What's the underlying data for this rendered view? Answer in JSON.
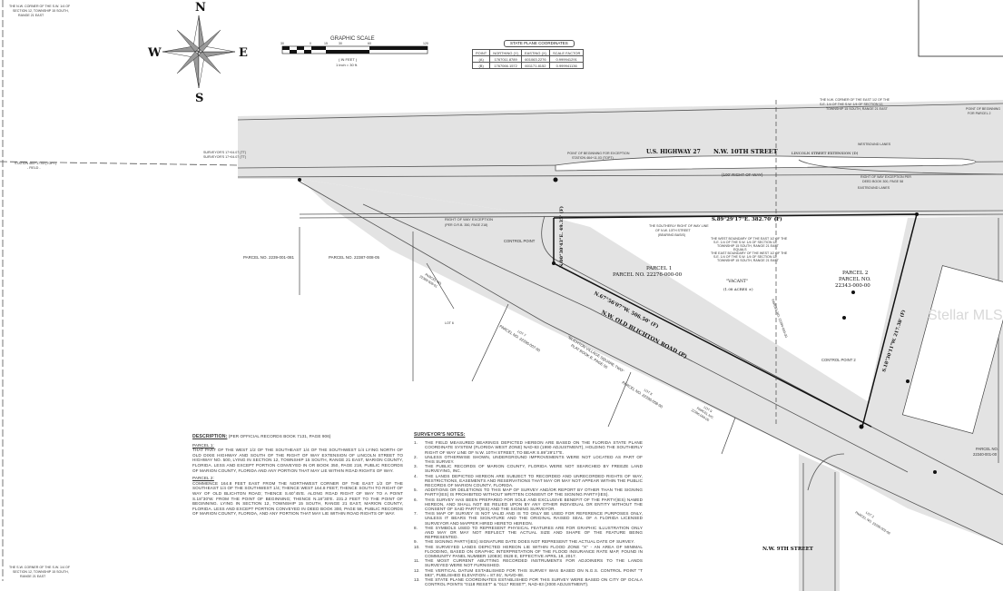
{
  "compass": {
    "n": "N",
    "e": "E",
    "s": "S",
    "w": "W"
  },
  "graphic_scale": {
    "title": "GRAPHIC SCALE",
    "ticks": [
      "30",
      "0",
      "15",
      "30",
      "60",
      "120"
    ],
    "unit": "( IN FEET )",
    "ratio": "1 inch = 30 ft."
  },
  "state_plane": {
    "title": "STATE PLANE COORDINATES",
    "headers": [
      "POINT",
      "NORTHING (Y)",
      "EASTING (X)",
      "SCALE FACTOR"
    ],
    "rows": [
      [
        "(A)",
        "1767011.8789",
        "601063.2276",
        "0.999941291"
      ],
      [
        "(B)",
        "1767066.1572",
        "601171.8152",
        "0.999941136"
      ]
    ]
  },
  "labels": {
    "nw_corner": [
      "THE N.W. CORNER OF THE S.W. 1/4 OF",
      "SECTION 12, TOWNSHIP 15 SOUTH,",
      "RANGE 21 EAST"
    ],
    "station_left": [
      "STATION 464+17.03 (TOPT)",
      "- FIELD -"
    ],
    "baseline_left": [
      "SURVEYOR'S 17+04.07 (TT)",
      "SURVEYOR'S 17+04.07 (TT)"
    ],
    "us_hwy": "U.S. HIGHWAY 27",
    "nw_10th": "N.W. 10TH STREET",
    "lincoln_ext": "LINCOLN STREET EXTENSION (D)",
    "row_100": "(100' RIGHT-OF-WAY)",
    "westbound": "WESTBOUND LANES",
    "eastbound": "EASTBOUND LANES",
    "pob_exception": [
      "POINT OF BEGINNING FOR EXCEPTION",
      "STATION 464+11.03 (TOPT)"
    ],
    "ne_corner_east_half": [
      "THE N.W. CORNER OF THE EAST 1/2 OF THE",
      "S.E. 1/4 OF THE S.W. 1/4 OF SECTION 12,",
      "TOWNSHIP 15 SOUTH, RANGE 21 EAST"
    ],
    "pob_parcel2": [
      "POINT OF BEGINNING",
      "FOR PARCEL 2"
    ],
    "row_exception_deed": [
      "RIGHT OF WAY EXCEPTION PER",
      "DEED BOOK 300, PAGE 58"
    ],
    "row_exception_or": [
      "RIGHT OF WAY EXCEPTION",
      "(PER O.R.B. 350, PAGE 218)"
    ],
    "control_point": "CONTROL POINT",
    "control_point_2": "CONTROL POINT 2",
    "south_row": [
      "THE SOUTHERLY RIGHT OF WAY LINE",
      "OF N.W. 10TH STREET",
      "(BEARING BASIS)"
    ],
    "bearing_north": "S.89°29'17\"E. 382.70' (F)",
    "bearing_west": "N.00°30'43\"E. 49.35' (F)",
    "bearing_diag": "N.67°56'07\"W. 506.50' (F)",
    "bearing_east": "S.18°30'11\"W. 217.38' (F)",
    "old_blichton": "N.W. OLD BLICHTON ROAD (P)",
    "west_boundary": [
      "THE WEST BOUNDARY OF THE EAST 1/2 OF THE",
      "S.E. 1/4 OF THE S.W. 1/4 OF SECTION 12,",
      "TOWNSHIP 15 SOUTH, RANGE 21 EAST",
      "EQUALS",
      "THE EAST BOUNDARY OF THE WEST 1/2 OF THE",
      "S.E. 1/4 OF THE S.W. 1/4 OF SECTION 12,",
      "TOWNSHIP 15 SOUTH, RANGE 21 EAST"
    ],
    "parcel1": [
      "PARCEL 1",
      "PARCEL NO. 22276-000-00"
    ],
    "vacant": [
      "\"VACANT\"",
      "(1.08 ACRES ±)"
    ],
    "parcel2": [
      "PARCEL 2",
      "PARCEL NO.",
      "22343-000-00"
    ],
    "parcel_2239": "PARCEL NO. 2239-001-081",
    "parcel_22387": "PARCEL NO. 22387-008-05",
    "parcel_2238_diag": [
      "PARCEL NO.",
      "22388-008-01"
    ],
    "parcel_22396_007": [
      "LOT 7",
      "PARCEL NO. 22396-007-00"
    ],
    "parcel_22396_008": [
      "LOT 8",
      "PARCEL NO. 22396-008-00"
    ],
    "parcel_22396_009": [
      "LOT 9",
      "PARCEL NO.",
      "22396-009-00"
    ],
    "blichton_plat": [
      "\"BLICHTON VILLAGE SQUARE TWO\"",
      "PLAT BOOK B, PAGE 50"
    ],
    "lot6": "LOT 6",
    "parcel_22394": "PARCEL NO. 22394-000-00",
    "parcel_22340": [
      "PARCEL NO.",
      "22340-001-00"
    ],
    "parcel_22396_002": [
      "LOT 2",
      "PARCEL NO. 22396-002-08"
    ],
    "nw_9th": "N.W. 9TH STREET",
    "sw_corner": [
      "THE S.W. CORNER OF THE S.W. 1/4 OF",
      "SECTION 12, TOWNSHIP 15 SOUTH,",
      "RANGE 21 EAST"
    ],
    "watermark": "Stellar MLS"
  },
  "description": {
    "title": "DESCRIPTION:",
    "source": "(PER OFFICIAL RECORDS BOOK 7131, PAGE 906)",
    "parcel1_title": "PARCEL 1:",
    "parcel1": "THAT PART OF THE WEST 1/2 OF THE SOUTHEAST 1/4 OF THE SOUTHWEST 1/4 LYING NORTH OF OLD DIXIE HIGHWAY AND SOUTH OF THE RIGHT OF WAY EXTENSION OF LINCOLN STREET TO HIGHWAY NO. 500, LYING IN SECTION 12, TOWNSHIP 15 SOUTH, RANGE 21 EAST, MARION COUNTY, FLORIDA. LESS AND EXCEPT PORTION CONVEYED IN OR BOOK 350, PAGE 218, PUBLIC RECORDS OF MARION COUNTY, FLORIDA AND ANY PORTION THAT MAY LIE WITHIN ROAD RIGHTS OF WAY.",
    "parcel2_title": "PARCEL 2:",
    "parcel2": "COMMENCE 164.8 FEET EAST FROM THE NORTHWEST CORNER OF THE EAST 1/2 OF THE SOUTHEAST 1/4 OF THE SOUTHWEST 1/4; THENCE WEST 164.8 FEET; THENCE SOUTH TO RIGHT OF WAY OF OLD BLICHTON ROAD; THENCE S.60°45'E. ALONG ROAD RIGHT OF WAY TO A POINT S.18°30'W. FROM THE POINT OF BEGINNING; THENCE N.18°30'E. 231.2 FEET TO THE POINT OF BEGINNING. LYING IN SECTION 12, TOWNSHIP 15 SOUTH, RANGE 21 EAST, MARION COUNTY, FLORIDA. LESS AND EXCEPT PORTION CONVEYED IN DEED BOOK 300, PAGE 58, PUBLIC RECORDS OF MARION COUNTY, FLORIDA, AND ANY PORTION THAT MAY LIE WITHIN ROAD RIGHTS OF WAY."
  },
  "notes": {
    "title": "SURVEYOR'S NOTES:",
    "items": [
      "THE FIELD MEASURED BEARINGS DEPICTED HEREON ARE BASED ON THE FLORIDA STATE PLANE COORDINATE SYSTEM (FLORIDA WEST ZONE) NAD-83 (1990 ADJUSTMENT), HOLDING THE SOUTHERLY RIGHT OF WAY LINE OF N.W. 10TH STREET, TO BEAR S.89°29'17\"E.",
      "UNLESS OTHERWISE SHOWN, UNDERGROUND IMPROVEMENTS WERE NOT LOCATED AS PART OF THIS SURVEY.",
      "THE PUBLIC RECORDS OF MARION COUNTY, FLORIDA WERE NOT SEARCHED BY FREEZE LAND SURVEYING, INC.",
      "THE LANDS DEPICTED HEREON ARE SUBJECT TO RECORDED AND UNRECORDED RIGHTS OF WAY, RESTRICTIONS, EASEMENTS AND RESERVATIONS THAT MAY OR MAY NOT APPEAR WITHIN THE PUBLIC RECORDS OF MARION COUNTY, FLORIDA.",
      "ADDITIONS OR DELETIONS TO THIS MAP OF SURVEY AND/OR REPORT BY OTHER THAN THE SIGNING PARTY(IES) IS PROHIBITED WITHOUT WRITTEN CONSENT OF THE SIGNING PARTY(IES).",
      "THIS SURVEY HAS BEEN PREPARED FOR SOLE AND EXCLUSIVE BENEFIT OF THE PARTY(IES) NAMED HEREON, AND SHALL NOT BE RELIED UPON BY ANY OTHER INDIVIDUAL OR ENTITY WITHOUT THE CONSENT OF SAID PARTY(IES) AND THE SIGNING SURVEYOR.",
      "THIS MAP OF SURVEY IS NOT VALID AND IS TO ONLY BE USED FOR REFERENCE PURPOSES ONLY, UNLESS IT BEARS THE SIGNATURE AND THE ORIGINAL RAISED SEAL OF A FLORIDA LICENSED SURVEYOR AND MAPPER HIRED HERETO HEREON.",
      "THE SYMBOLS USED TO REPRESENT PHYSICAL FEATURES ARE FOR GRAPHIC ILLUSTRATION ONLY AND MAY OR MAY NOT REFLECT THE ACTUAL SIZE AND SHAPE OF THE FEATURE BEING REPRESENTED.",
      "THE SIGNING PARTY(IES) SIGNATURE DATE DOES NOT REPRESENT THE ACTUAL DATE OF SURVEY.",
      "THE SURVEYED LANDS DEPICTED HEREON LIE WITHIN FLOOD ZONE \"X\" - AN AREA OF MINIMAL FLOODING, BASED ON GRAPHIC INTERPRETATION OF THE FLOOD INSURANCE RATE MAP, FOUND IN COMMUNITY PANEL NUMBER 12083C 0528 E, EFFECTIVE APRIL 19, 2017.",
      "THE MOST CURRENT ABUTTING RECORDED INSTRUMENTS FOR ADJOINERS TO THE LANDS SURVEYED WERE NOT FURNISHED.",
      "THE VERTICAL DATUM ESTABLISHED FOR THIS SURVEY WAS BASED ON N.G.S. CONTROL POINT \"T 593\", PUBLISHED ELEVATION = 87.91', NAVD-88.",
      "THE STATE PLANE COORDINATES ESTABLISHED FOR THIS SURVEY WERE BASED ON CITY OF OCALA CONTROL POINTS \"0118 RESET\" & \"0117 RESET\", NAD-83 (2000 ADJUSTMENT)."
    ]
  }
}
